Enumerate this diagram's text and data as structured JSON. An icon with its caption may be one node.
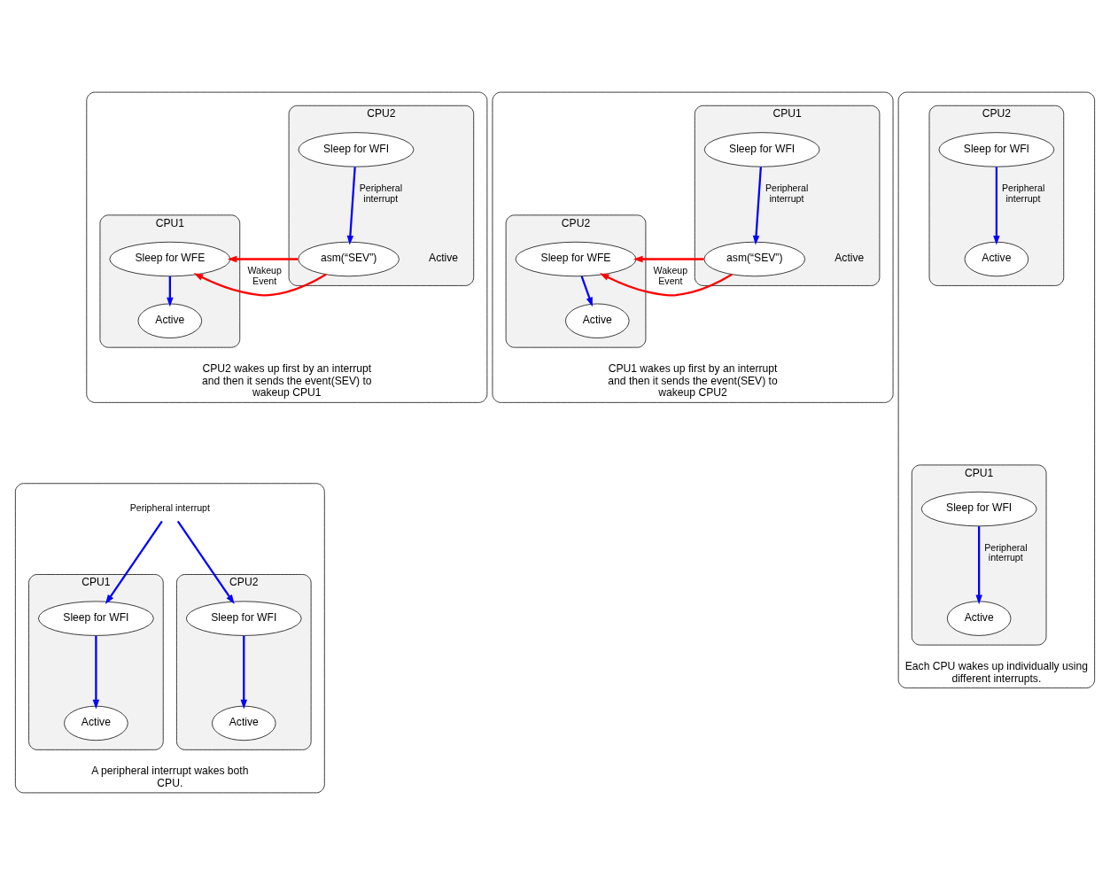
{
  "diagram": {
    "nodes": [
      {
        "text": [
          "CPU2 wakes up first by an interrupt and then it sends the event(SEV) to wakeup CPU1"
        ]
      },
      {
        "text": [
          "CPU2"
        ],
        "in": 0
      },
      {
        "text": [
          "Sleep for WFI"
        ],
        "in": 1
      },
      {
        "text": [
          "asm(“SEV”)"
        ],
        "in": 1,
        "beside": [
          "Active"
        ]
      },
      {
        "text": [
          "CPU1"
        ],
        "in": 0
      },
      {
        "text": [
          "Sleep for WFE"
        ],
        "in": 4
      },
      {
        "text": [
          "Active"
        ],
        "in": 4
      },
      {
        "text": [
          "CPU1 wakes up first by an interrupt and then it sends the event(SEV) to wakeup CPU2"
        ]
      },
      {
        "text": [
          "CPU1"
        ],
        "in": 7
      },
      {
        "text": [
          "Sleep for WFI"
        ],
        "in": 8
      },
      {
        "text": [
          "asm(“SEV”)"
        ],
        "in": 8,
        "beside": [
          "Active"
        ]
      },
      {
        "text": [
          "CPU2"
        ],
        "in": 7
      },
      {
        "text": [
          "Sleep for WFE"
        ],
        "in": 11
      },
      {
        "text": [
          "Active"
        ],
        "in": 11
      },
      {
        "text": [
          "A peripheral interrupt wakes both CPU."
        ]
      },
      {
        "text": [
          "CPU1"
        ],
        "in": 14
      },
      {
        "text": [
          "Sleep for WFI"
        ],
        "in": 15
      },
      {
        "text": [
          "Active"
        ],
        "in": 15
      },
      {
        "text": [
          "CPU2"
        ],
        "in": 14
      },
      {
        "text": [
          "Sleep for WFI"
        ],
        "in": 18
      },
      {
        "text": [
          "Active"
        ],
        "in": 18
      },
      {
        "text": [
          "Peripheral interrupt"
        ],
        "in": 14
      },
      {
        "text": [
          "Each CPU wakes up individually using different interrupts."
        ]
      },
      {
        "text": [
          "CPU1"
        ],
        "in": 22
      },
      {
        "text": [
          "Sleep for WFI"
        ],
        "in": 23
      },
      {
        "text": [
          "Active"
        ],
        "in": 23
      },
      {
        "text": [
          "CPU2"
        ],
        "in": 22
      },
      {
        "text": [
          "Sleep for WFI"
        ],
        "in": 26
      },
      {
        "text": [
          "Active"
        ],
        "in": 26
      }
    ],
    "edges": [
      {
        "from": 2,
        "to": 3,
        "arrow": "to",
        "label": "Peripheral interrupt"
      },
      {
        "from": 3,
        "to": 5,
        "arrow": "to",
        "label": "Wakeup Event",
        "color": "#ff0000"
      },
      {
        "from": 5,
        "to": 6,
        "arrow": "to"
      },
      {
        "from": 9,
        "to": 10,
        "arrow": "to",
        "label": "Peripheral interrupt"
      },
      {
        "from": 10,
        "to": 12,
        "arrow": "to",
        "label": "Wakeup Event",
        "color": "#ff0000"
      },
      {
        "from": 12,
        "to": 13,
        "arrow": "to"
      },
      {
        "from": 21,
        "to": 16,
        "arrow": "to"
      },
      {
        "from": 21,
        "to": 19,
        "arrow": "to"
      },
      {
        "from": 16,
        "to": 17,
        "arrow": "to"
      },
      {
        "from": 19,
        "to": 20,
        "arrow": "to"
      },
      {
        "from": 24,
        "to": 25,
        "arrow": "to",
        "label": "Peripheral interrupt"
      },
      {
        "from": 27,
        "to": 28,
        "arrow": "to",
        "label": "Peripheral interrupt"
      }
    ]
  }
}
